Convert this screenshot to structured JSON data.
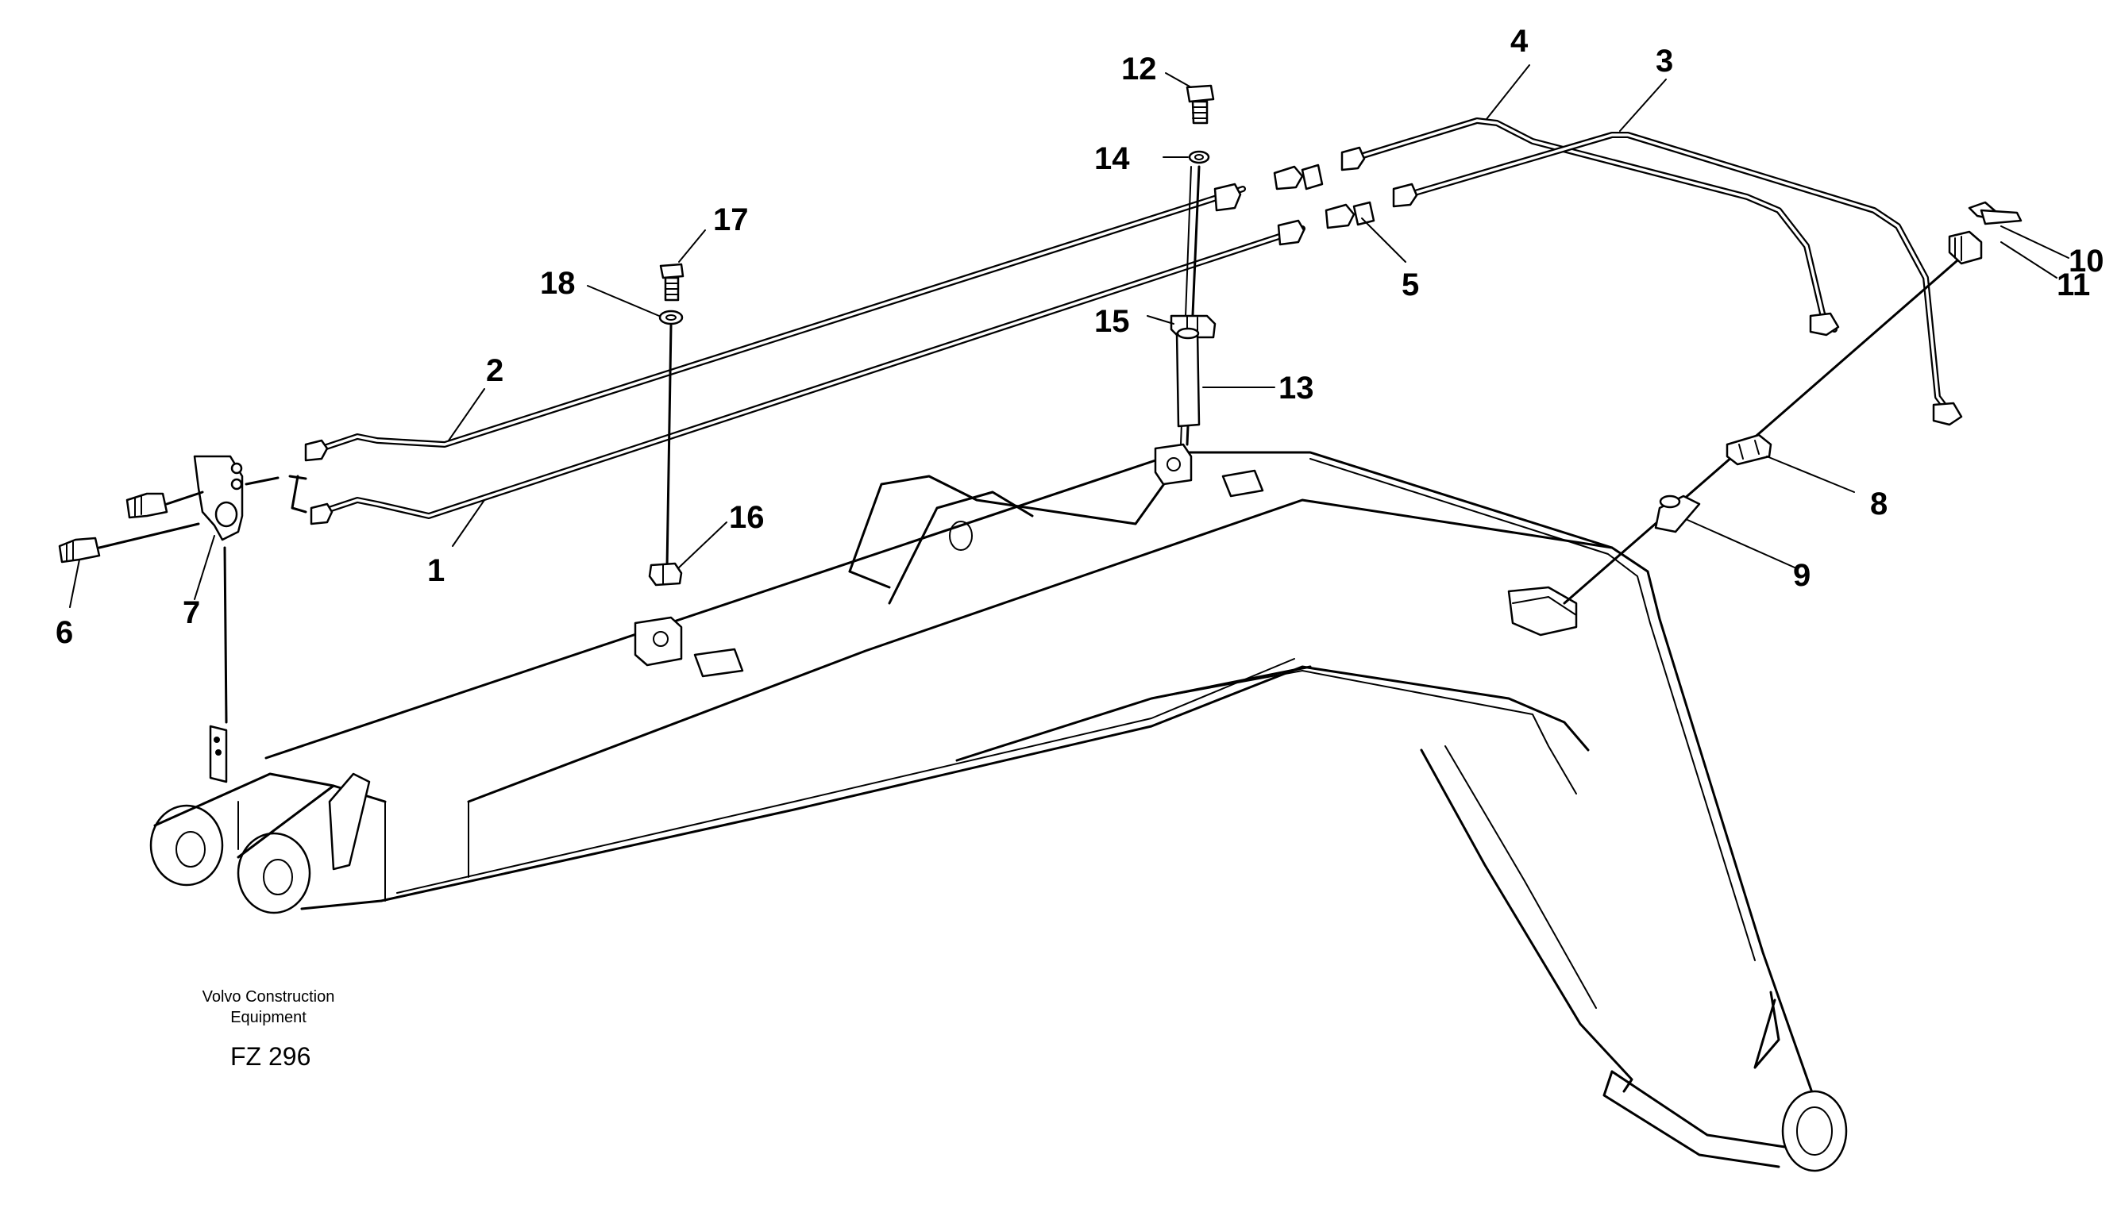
{
  "drawing": {
    "manufacturer_line1": "Volvo Construction",
    "manufacturer_line2": "Equipment",
    "code": "FZ 296"
  },
  "callouts": [
    {
      "number": "1"
    },
    {
      "number": "2"
    },
    {
      "number": "3"
    },
    {
      "number": "4"
    },
    {
      "number": "5"
    },
    {
      "number": "6"
    },
    {
      "number": "7"
    },
    {
      "number": "8"
    },
    {
      "number": "9"
    },
    {
      "number": "10"
    },
    {
      "number": "11"
    },
    {
      "number": "12"
    },
    {
      "number": "13"
    },
    {
      "number": "14"
    },
    {
      "number": "15"
    },
    {
      "number": "16"
    },
    {
      "number": "17"
    },
    {
      "number": "18"
    }
  ]
}
